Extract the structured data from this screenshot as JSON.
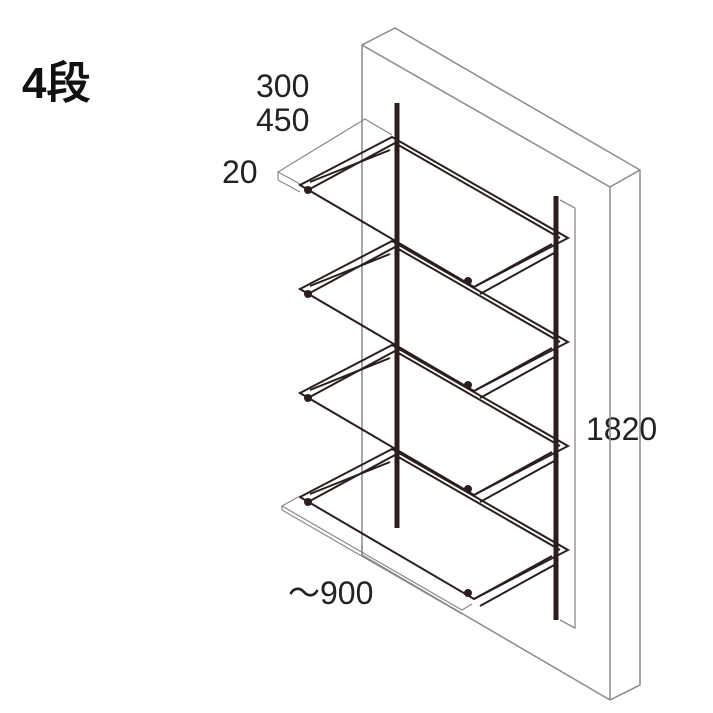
{
  "title": "4段",
  "dimensions": {
    "depth_option_1": "300",
    "depth_option_2": "450",
    "shelf_thickness": "20",
    "height": "1820",
    "width": "～900"
  },
  "diagram": {
    "shelf_count": 4,
    "colors": {
      "frame": "#2a1f1c",
      "outline": "#8a8a8a",
      "background": "#ffffff"
    }
  }
}
